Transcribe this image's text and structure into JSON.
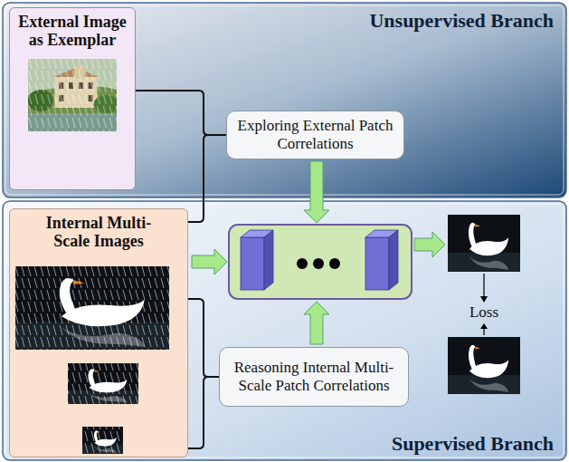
{
  "diagram": {
    "nodes": [
      {
        "text": [
          "Unsupervised Branch"
        ]
      },
      {
        "text": [
          "External Image as Exemplar"
        ],
        "in": 0
      },
      {
        "text": [
          "Exploring External Patch Correlations"
        ],
        "in": 0
      },
      {
        "text": [
          "Supervised Branch"
        ]
      },
      {
        "text": [
          "Internal Multi-Scale Images"
        ],
        "in": 3
      },
      {
        "text": [
          "Reasoning Internal Multi-Scale Patch Correlations"
        ],
        "in": 3
      }
    ],
    "edges": [
      {
        "from": 1,
        "to": 2,
        "arrow": "none"
      },
      {
        "from": 4,
        "to": 2,
        "arrow": "none"
      },
      {
        "from": 4,
        "to": 5,
        "arrow": "none"
      }
    ],
    "labels": [
      "Loss"
    ]
  }
}
